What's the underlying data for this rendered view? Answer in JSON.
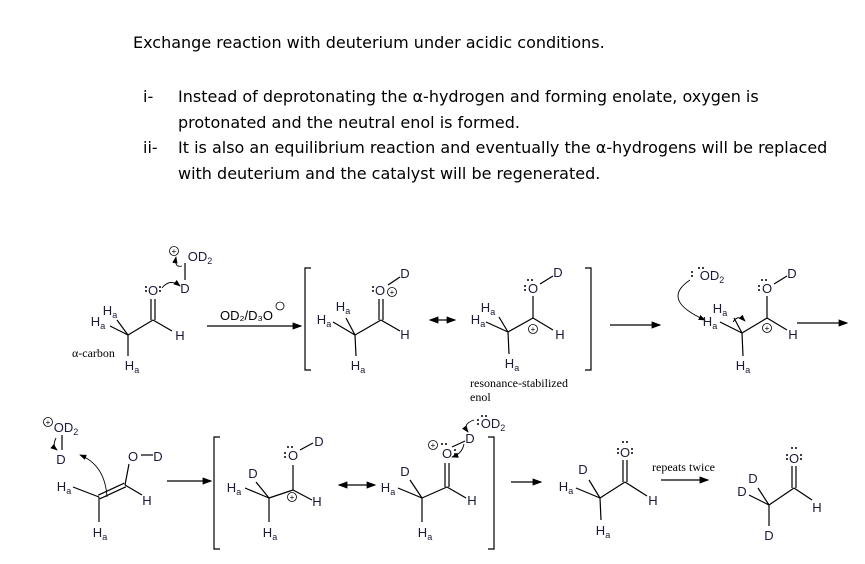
{
  "heading": "Exchange reaction with deuterium under acidic conditions.",
  "points": [
    {
      "num": "i-",
      "line1": "Instead of deprotonating the α-hydrogen and forming enolate, oxygen is",
      "line2": "protonated and the neutral enol is formed."
    },
    {
      "num": "ii-",
      "line1": "It is also an equilibrium reaction and eventually the α-hydrogens will be replaced",
      "line2": "with deuterium and the catalyst will be regenerated."
    }
  ],
  "atoms": {
    "H": "H",
    "D": "D",
    "O": "O",
    "a": "a",
    "OD": "OD",
    "two": "2",
    "plus": "+"
  },
  "labels": {
    "reagent": "OD₂/D₃O",
    "alpha_carbon": "α-carbon",
    "resonance_line1": "resonance-stabilized",
    "resonance_line2": "enol",
    "repeats": "repeats twice"
  }
}
